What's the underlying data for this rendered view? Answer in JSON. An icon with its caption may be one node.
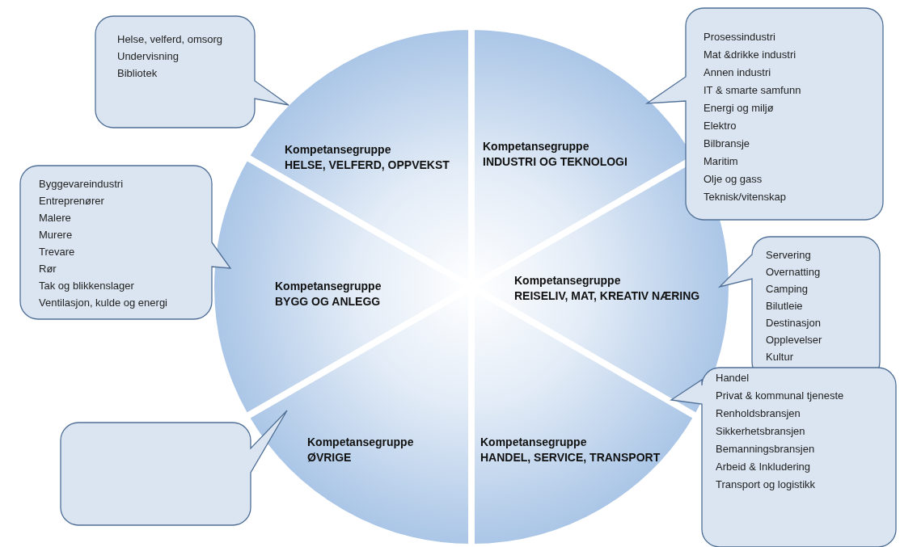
{
  "diagram": {
    "nodes": [
      {
        "text": [
          "Helse, velferd, omsorg",
          "Undervisning",
          "Bibliotek"
        ]
      },
      {
        "text": [
          "Kompetansegruppe",
          "HELSE, VELFERD, OPPVEKST"
        ]
      },
      {
        "text": [
          "Kompetansegruppe",
          "INDUSTRI OG TEKNOLOGI"
        ]
      },
      {
        "text": [
          "Prosessindustri",
          "Mat &drikke industri",
          "Annen industri",
          "IT & smarte samfunn",
          "Energi og miljø",
          "Elektro",
          "Bilbransje",
          "Maritim",
          "Olje og gass",
          "Teknisk/vitenskap"
        ]
      },
      {
        "text": [
          "Byggevareindustri",
          "Entreprenører",
          "Malere",
          "Murere",
          "Trevare",
          "Rør",
          "Tak og blikkenslager",
          "Ventilasjon, kulde og energi"
        ]
      },
      {
        "text": [
          "Kompetansegruppe",
          "BYGG OG ANLEGG"
        ]
      },
      {
        "text": [
          "Kompetansegruppe",
          "REISELIV, MAT, KREATIV NÆRING"
        ]
      },
      {
        "text": [
          "Servering",
          "Overnatting",
          "Camping",
          "Bilutleie",
          "Destinasjon",
          "Opplevelser",
          "Kultur"
        ]
      },
      {
        "text": [],
        "shape": "callout"
      },
      {
        "text": [
          "Kompetansegruppe",
          "ØVRIGE"
        ]
      },
      {
        "text": [
          "Kompetansegruppe",
          "HANDEL, SERVICE, TRANSPORT"
        ]
      },
      {
        "text": [
          "Handel",
          "Privat & kommunal tjeneste",
          "Renholdsbransjen",
          "Sikkerhetsbransjen",
          "Bemanningsbransjen",
          "Arbeid & Inkludering",
          "Transport og logistikk"
        ]
      }
    ]
  }
}
